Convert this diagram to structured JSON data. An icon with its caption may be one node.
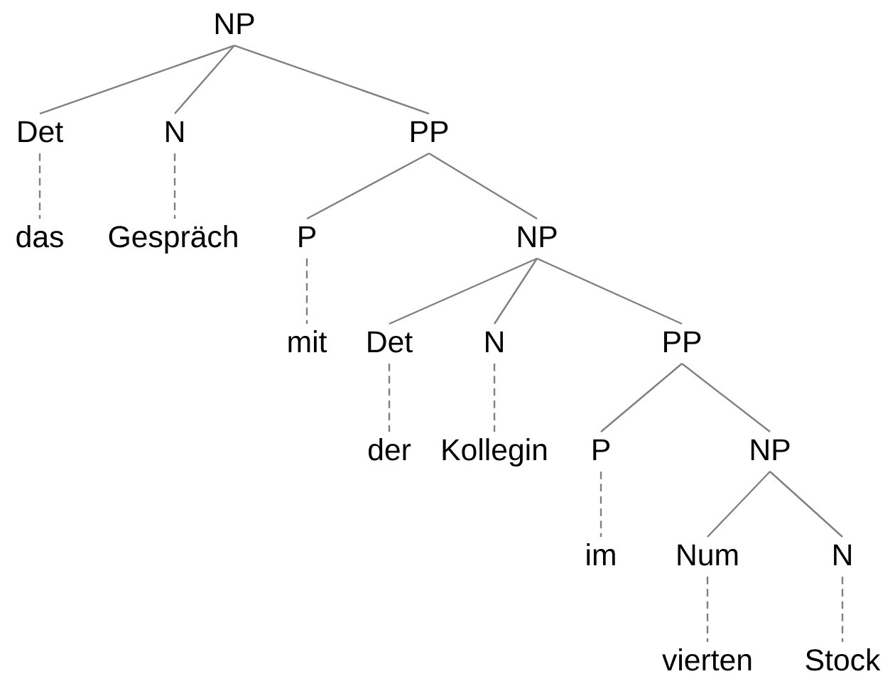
{
  "diagram": {
    "nodes": [
      {
        "text": [
          "NP"
        ]
      },
      {
        "text": [
          "Det"
        ]
      },
      {
        "text": [
          "N"
        ]
      },
      {
        "text": [
          "PP"
        ]
      },
      {
        "text": [
          "das"
        ]
      },
      {
        "text": [
          "Gespräch"
        ]
      },
      {
        "text": [
          "P"
        ]
      },
      {
        "text": [
          "NP"
        ]
      },
      {
        "text": [
          "mit"
        ]
      },
      {
        "text": [
          "Det"
        ]
      },
      {
        "text": [
          "N"
        ]
      },
      {
        "text": [
          "PP"
        ]
      },
      {
        "text": [
          "der"
        ]
      },
      {
        "text": [
          "Kollegin"
        ]
      },
      {
        "text": [
          "P"
        ]
      },
      {
        "text": [
          "NP"
        ]
      },
      {
        "text": [
          "im"
        ]
      },
      {
        "text": [
          "Num"
        ]
      },
      {
        "text": [
          "N"
        ]
      },
      {
        "text": [
          "vierten"
        ]
      },
      {
        "text": [
          "Stock"
        ]
      }
    ],
    "edges": [
      {
        "from": 0,
        "to": 1,
        "arrow": "none"
      },
      {
        "from": 0,
        "to": 2,
        "arrow": "none"
      },
      {
        "from": 0,
        "to": 3,
        "arrow": "none"
      },
      {
        "from": 1,
        "to": 4,
        "arrow": "none",
        "style": "dashed"
      },
      {
        "from": 2,
        "to": 5,
        "arrow": "none",
        "style": "dashed"
      },
      {
        "from": 3,
        "to": 6,
        "arrow": "none"
      },
      {
        "from": 3,
        "to": 7,
        "arrow": "none"
      },
      {
        "from": 6,
        "to": 8,
        "arrow": "none",
        "style": "dashed"
      },
      {
        "from": 7,
        "to": 9,
        "arrow": "none"
      },
      {
        "from": 7,
        "to": 10,
        "arrow": "none"
      },
      {
        "from": 7,
        "to": 11,
        "arrow": "none"
      },
      {
        "from": 9,
        "to": 12,
        "arrow": "none",
        "style": "dashed"
      },
      {
        "from": 10,
        "to": 13,
        "arrow": "none",
        "style": "dashed"
      },
      {
        "from": 11,
        "to": 14,
        "arrow": "none"
      },
      {
        "from": 11,
        "to": 15,
        "arrow": "none"
      },
      {
        "from": 14,
        "to": 16,
        "arrow": "none",
        "style": "dashed"
      },
      {
        "from": 15,
        "to": 17,
        "arrow": "none"
      },
      {
        "from": 15,
        "to": 18,
        "arrow": "none"
      },
      {
        "from": 17,
        "to": 19,
        "arrow": "none",
        "style": "dashed"
      },
      {
        "from": 18,
        "to": 20,
        "arrow": "none",
        "style": "dashed"
      }
    ]
  }
}
